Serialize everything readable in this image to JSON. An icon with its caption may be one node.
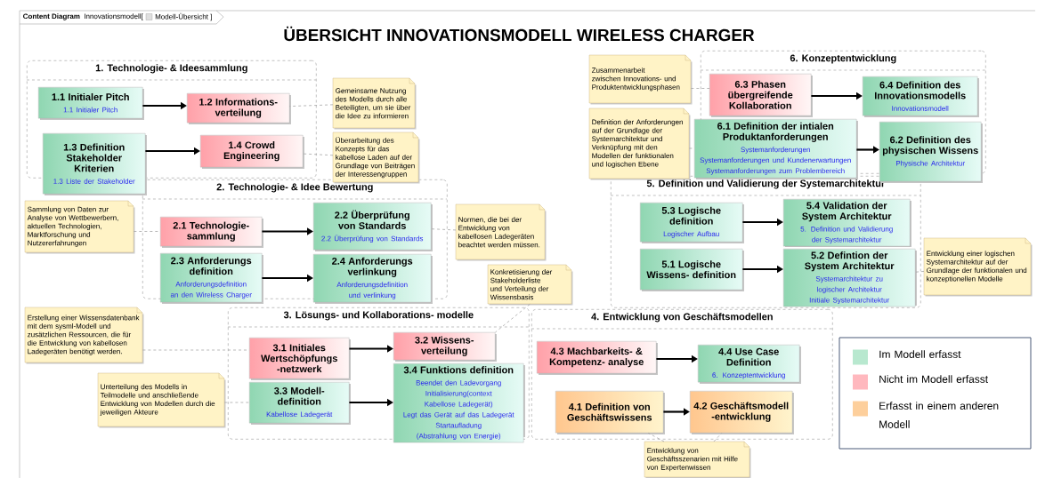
{
  "diagram": {
    "title": "ÜBERSICHT INNOVATIONSMODELL WIRELESS CHARGER",
    "nodes": [
      {
        "text": [
          "1. Technologie- & Ideesammlung"
        ]
      },
      {
        "text": [
          "1.1 Initialer Pitch",
          "1.1 Initialer Pitch"
        ],
        "in": 0
      },
      {
        "text": [
          "1.2 Informations- verteilung"
        ],
        "in": 0
      },
      {
        "text": [
          "1.3 Definition Stakeholder Kriterien",
          "1.3 Liste der Stakeholder"
        ]
      },
      {
        "text": [
          "1.4 Crowd Engineering"
        ],
        "in": 0
      },
      {
        "text": [
          "Gemeinsame Nutzung des Modells durch alle Beteiligten, um sie über die Idee zu informieren"
        ]
      },
      {
        "text": [
          "Überarbeitung des Konzepts für das kabellose Laden auf der Grundlage von Beiträgen der Interessengruppen"
        ]
      },
      {
        "text": [
          "2. Technologie- & Idee Bewertung"
        ]
      },
      {
        "text": [
          "2.1 Technologie- sammlung"
        ],
        "in": 7
      },
      {
        "text": [
          "2.2 Überprüfung von Standards",
          "2.2 Überprüfung von Standards"
        ],
        "in": 7
      },
      {
        "text": [
          "2.3 Anforderungs definition",
          "Anforderungsdefinition an den Wireless Charger"
        ]
      },
      {
        "text": [
          "2.4 Anforderungs verlinkung",
          "Anforderungsdefinition und verlinkung"
        ]
      },
      {
        "text": [
          "Sammlung von Daten zur Analyse von Wettbewerbern, aktuellen Technologien, Marktforschung und Nutzererfahrungen"
        ]
      },
      {
        "text": [
          "Normen, die bei der Entwicklung von kabellosen Ladegeräten beachtet werden müssen."
        ]
      },
      {
        "text": [
          "3. Lösungs- und Kollaborations- modelle"
        ]
      },
      {
        "text": [
          "3.1 Initiales Wertschöpfungs -netzwerk"
        ],
        "in": 14
      },
      {
        "text": [
          "3.2 Wissens- verteilung"
        ],
        "in": 14
      },
      {
        "text": [
          "3.3 Modell- definition",
          "Kabellose Ladegerät"
        ],
        "in": 14
      },
      {
        "text": [
          "3.4 Funktions definition",
          "Beendet den Ladevorgang",
          "Initialisierung(context Kabellose Ladegerät)",
          "Legt das Gerät auf das Ladegerät",
          "Startaufladung (Abstrahlung von Energie)"
        ],
        "in": 14
      },
      {
        "text": [
          "Konkretisierung der Stakeholderliste und Verteilung der Wissensbasis"
        ]
      },
      {
        "text": [
          "Erstellung einer Wissensdatenbank mit dem sysml-Modell und zusätzlichen Ressourcen, die für die Entwicklung von kabellosen Ladegeräten benötigt werden."
        ]
      },
      {
        "text": [
          "Unterteilung des Modells in Teilmodelle und anschließende Entwicklung von Modellen durch die jeweiligen Akteure"
        ]
      },
      {
        "text": [
          "4. Entwicklung von Geschäftsmodellen"
        ]
      },
      {
        "text": [
          "4.3 Machbarkeits- & Kompetenz- analyse"
        ],
        "in": 22
      },
      {
        "text": [
          "4.4 Use Case Definition",
          "6. Konzeptentwicklung"
        ],
        "in": 22
      },
      {
        "text": [
          "4.1 Definition von Geschäftswissens"
        ],
        "in": 22
      },
      {
        "text": [
          "4.2 Geschäftsmodell -entwicklung"
        ],
        "in": 22
      },
      {
        "text": [
          "Entwicklung von Geschäftsszenarien mit Hilfe von Expertenwissen"
        ]
      },
      {
        "text": [
          "6. Konzeptentwicklung"
        ]
      },
      {
        "text": [
          "6.3 Phasen übergreifende Kollaboration"
        ],
        "in": 28
      },
      {
        "text": [
          "6.4 Definition des Innovationsmodells",
          "Innovationsmodell"
        ],
        "in": 28
      },
      {
        "text": [
          "6.1 Definition der intialen Produktanforderungen",
          "Systemanforderungen",
          "Systemanforderungen und Kundenerwartungen",
          "Systemanforderungen zum Problembereich"
        ]
      },
      {
        "text": [
          "6.2 Definition des physischen Wissens",
          "Physische Architektur"
        ]
      },
      {
        "text": [
          "Zusammenarbeit zwischen Innovations- und Produktentwicklungsphasen"
        ]
      },
      {
        "text": [
          "Definition der Anforderungen auf der Grundlage der Systemarchitektur und Verknüpfung mit den Modellen der funktionalen und logischen Ebene"
        ]
      },
      {
        "text": [
          "5. Definition und Validierung der Systemarchitektur"
        ]
      },
      {
        "text": [
          "5.3 Logische definition",
          "Logischer Aufbau"
        ],
        "in": 35
      },
      {
        "text": [
          "5.4 Validation der System Architektur",
          "5. Definition und Validierung der Systemarchitektur"
        ],
        "in": 35
      },
      {
        "text": [
          "5.1 Logische Wissens- definition"
        ],
        "in": 35
      },
      {
        "text": [
          "5.2 Defintion der System Architektur",
          "Systemarchitektur zu logischer Architektur",
          "Initiale Systemarchitektur"
        ],
        "in": 35
      },
      {
        "text": [
          "Entwicklung einer logischen Systemarchitektur auf der Grundlage der funktionalen und konzeptionellen Modelle"
        ]
      }
    ],
    "edges": [
      {
        "from": 1,
        "to": 2,
        "arrow": "to"
      },
      {
        "from": 3,
        "to": 4,
        "arrow": "to"
      },
      {
        "from": 8,
        "to": 9,
        "arrow": "to"
      },
      {
        "from": 10,
        "to": 11,
        "arrow": "to"
      },
      {
        "from": 15,
        "to": 16,
        "arrow": "to"
      },
      {
        "from": 17,
        "to": 18,
        "arrow": "to"
      },
      {
        "from": 23,
        "to": 24,
        "arrow": "to"
      },
      {
        "from": 25,
        "to": 26,
        "arrow": "to"
      },
      {
        "from": 29,
        "to": 30,
        "arrow": "to"
      },
      {
        "from": 31,
        "to": 32,
        "arrow": "to"
      },
      {
        "from": 36,
        "to": 37,
        "arrow": "to"
      },
      {
        "from": 38,
        "to": 39,
        "arrow": "to"
      },
      {
        "from": 5,
        "to": 2,
        "arrow": "none",
        "style": "dashed",
        "color": "#999999"
      },
      {
        "from": 6,
        "to": 4,
        "arrow": "none",
        "style": "dashed",
        "color": "#999999"
      },
      {
        "from": 12,
        "to": 8,
        "arrow": "none",
        "style": "dashed",
        "color": "#999999"
      },
      {
        "from": 13,
        "to": 9,
        "arrow": "none",
        "style": "dashed",
        "color": "#999999"
      },
      {
        "from": 19,
        "to": 16,
        "arrow": "none",
        "style": "dashed",
        "color": "#999999"
      },
      {
        "from": 20,
        "to": 15,
        "arrow": "none",
        "style": "dashed",
        "color": "#999999"
      },
      {
        "from": 21,
        "to": 17,
        "arrow": "none",
        "style": "dashed",
        "color": "#999999"
      },
      {
        "from": 27,
        "to": 25,
        "arrow": "none",
        "style": "dashed",
        "color": "#999999"
      },
      {
        "from": 27,
        "to": 26,
        "arrow": "none",
        "style": "dashed",
        "color": "#999999"
      },
      {
        "from": 33,
        "to": 29,
        "arrow": "none",
        "style": "dashed",
        "color": "#999999"
      },
      {
        "from": 34,
        "to": 31,
        "arrow": "none",
        "style": "dashed",
        "color": "#999999"
      },
      {
        "from": 40,
        "to": 39,
        "arrow": "none",
        "style": "dashed",
        "color": "#999999"
      }
    ],
    "labels": [
      "Content Diagram",
      "Innovationsmodell[",
      "Modell-Übersicht ]"
    ],
    "legend": [
      {
        "text": "Im Modell erfasst",
        "color": "#b8e8cf"
      },
      {
        "text": "Nicht im Modell erfasst",
        "color": "#ffb8be"
      },
      {
        "text": "Erfasst in einem anderen Modell",
        "color": "#fdcf9c"
      }
    ]
  }
}
